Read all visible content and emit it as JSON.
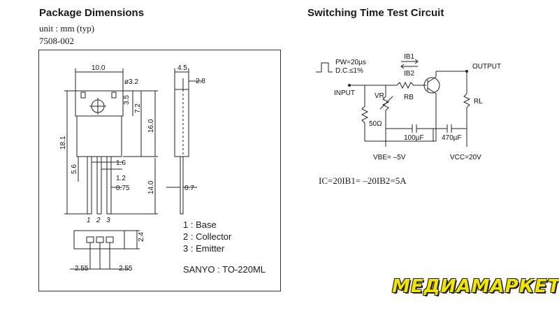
{
  "left": {
    "title": "Package Dimensions",
    "unit": "unit : mm (typ)",
    "code": "7508-002",
    "dims": {
      "d10": "10.0",
      "d32": "ø3.2",
      "d45": "4.5",
      "d28": "2.8",
      "d35": "3.5",
      "d72": "7.2",
      "d160": "16.0",
      "d181": "18.1",
      "d56": "5.6",
      "d16": "1.6",
      "d12": "1.2",
      "d075": "0.75",
      "d140": "14.0",
      "d07": "0.7",
      "d24": "2.4",
      "d255a": "2.55",
      "d255b": "2.55",
      "p1": "1",
      "p2": "2",
      "p3": "3"
    },
    "legend": [
      "1 : Base",
      "2 : Collector",
      "3 : Emitter"
    ],
    "package": "SANYO : TO-220ML"
  },
  "right": {
    "title": "Switching Time Test Circuit",
    "pw": "PW=20µs",
    "dc": "D.C.≤1%",
    "ib1": "IB1",
    "ib2": "IB2",
    "output": "OUTPUT",
    "input": "INPUT",
    "vr": "VR",
    "rb": "RB",
    "rl": "RL",
    "r50": "50Ω",
    "c100": "100µF",
    "c470": "470µF",
    "vbe": "VBE= –5V",
    "vcc": "VCC=20V",
    "formula": "IC=20IB1= –20IB2=5A"
  },
  "brand": "МЕДИАМАРКЕТ"
}
